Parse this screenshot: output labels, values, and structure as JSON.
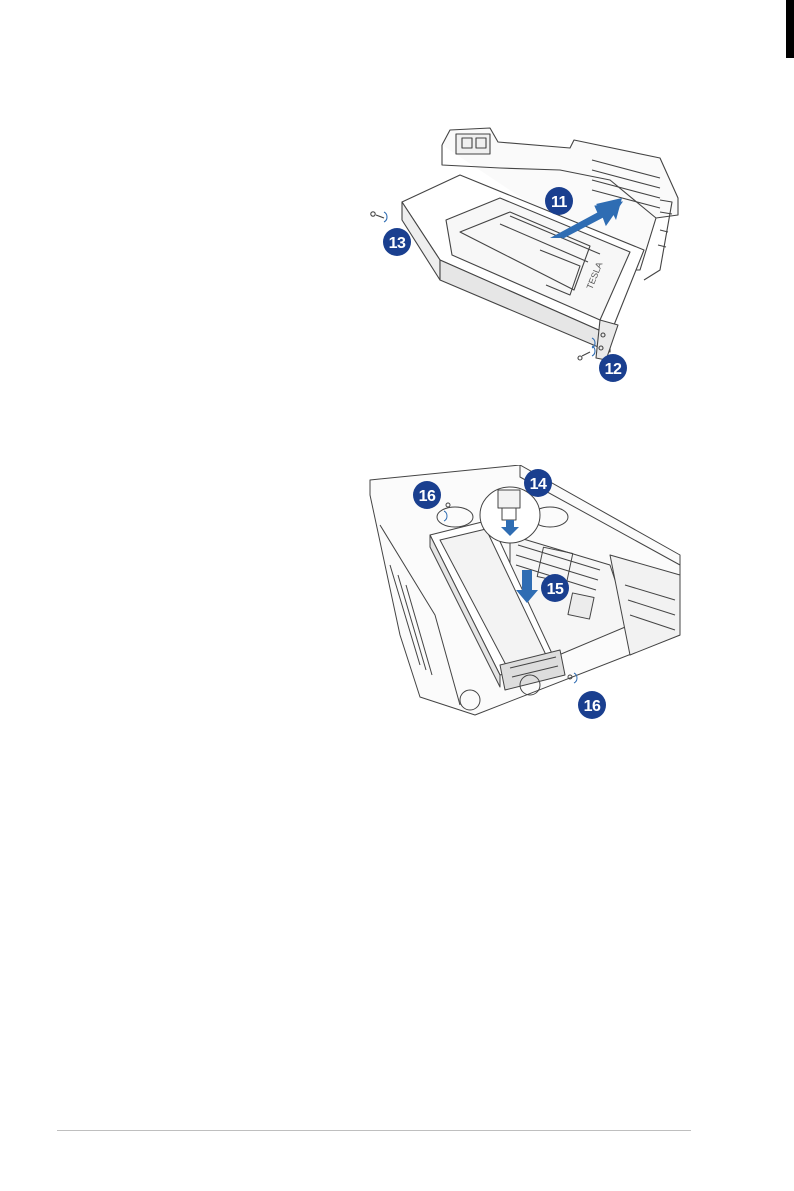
{
  "page": {
    "accent_color": "#1a3f8f",
    "arrow_color": "#2f6db3",
    "line_color": "#444444"
  },
  "figure_top": {
    "step_badges": [
      "11",
      "12",
      "13"
    ],
    "card_label": "TESLA"
  },
  "figure_bottom": {
    "step_badges": [
      "14",
      "15",
      "16",
      "16"
    ]
  }
}
